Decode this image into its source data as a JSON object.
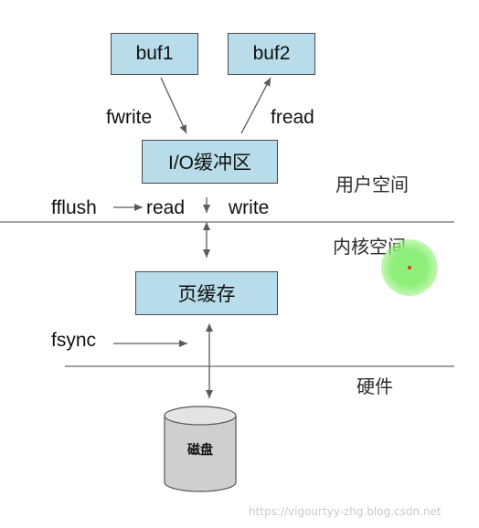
{
  "boxes": {
    "buf1": "buf1",
    "buf2": "buf2",
    "io_buffer": "I/O缓冲区",
    "page_cache": "页缓存"
  },
  "arrows": {
    "fwrite": "fwrite",
    "fread": "fread",
    "fflush": "fflush",
    "read": "read",
    "write": "write",
    "fsync": "fsync"
  },
  "layers": {
    "user_space": "用户空间",
    "kernel_space": "内核空间",
    "hardware": "硬件"
  },
  "disk": {
    "label": "磁盘"
  },
  "watermark": "https://vigourtyy-zhg.blog.csdn.net",
  "colors": {
    "box_fill": "#b8dce9",
    "box_border": "#4a4a4a",
    "line": "#5a5a5a",
    "cursor_highlight": "#8ef07a"
  }
}
